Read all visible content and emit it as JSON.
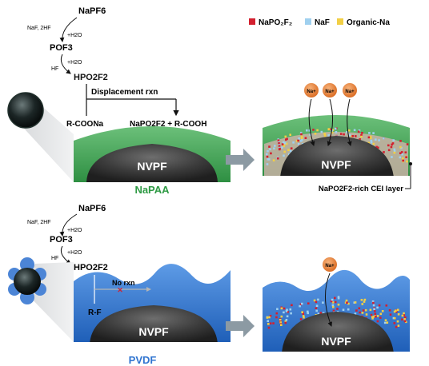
{
  "legend": {
    "items": [
      {
        "label": "NaPO₂F₂",
        "color": "#d3202f"
      },
      {
        "label": "NaF",
        "color": "#9fd0ef"
      },
      {
        "label": "Organic-Na",
        "color": "#f2cf45"
      }
    ]
  },
  "top_panel": {
    "reactant": "NaPF6",
    "side_reagent": "NaF, 2HF",
    "water_1": "+H2O",
    "intermediate": "POF3",
    "hf_out": "HF",
    "water_2": "+H2O",
    "acid": "HPO2F2",
    "reaction_label": "Displacement rxn",
    "left_group": "R-COONa",
    "product": "NaPO2F2 + R-COOH",
    "core_left": "NVPF",
    "binder_name": "NaPAA",
    "core_right": "NVPF",
    "ion_label": "Na+",
    "cei_label": "NaPO2F2-rich CEI layer",
    "binder_color": "#3aa14f",
    "binder_text_color": "#2e9a44"
  },
  "bottom_panel": {
    "reactant": "NaPF6",
    "side_reagent": "NaF, 2HF",
    "water_1": "+H2O",
    "intermediate": "POF3",
    "hf_out": "HF",
    "water_2": "+H2O",
    "acid": "HPO2F2",
    "reaction_label": "No rxn",
    "left_group": "R-F",
    "core_left": "NVPF",
    "binder_name": "PVDF",
    "core_right": "NVPF",
    "ion_label": "Na+",
    "binder_color": "#2f74d0",
    "binder_text_color": "#2f74d0"
  },
  "colors": {
    "core": "#3a3a3a",
    "ion": "#e8883a",
    "arrow": "#8c9aa3",
    "red_accent": "#d3202f",
    "blue_accent": "#2f74d0"
  }
}
